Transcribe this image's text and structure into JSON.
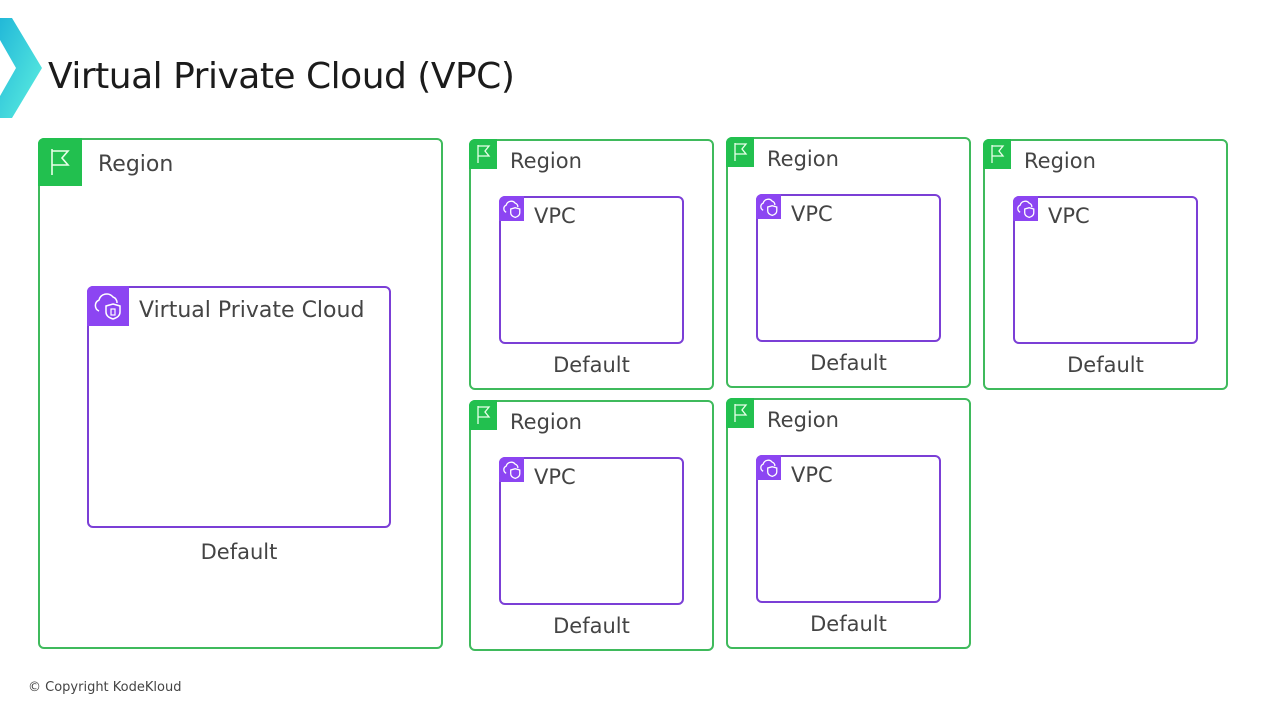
{
  "title": "Virtual Private Cloud (VPC)",
  "footer": "© Copyright KodeKloud",
  "colors": {
    "region_border": "#3fba5c",
    "region_badge": "#22c04f",
    "vpc_border": "#7b3fd6",
    "vpc_badge": "#8c45f2",
    "logo": "#3fd6e0"
  },
  "large_region": {
    "label": "Region",
    "icon": "flag-icon",
    "vpc": {
      "label": "Virtual Private Cloud",
      "icon": "cloud-shield-icon"
    },
    "default_label": "Default"
  },
  "regions": [
    {
      "label": "Region",
      "icon": "flag-icon",
      "vpc": {
        "label": "VPC",
        "icon": "cloud-shield-icon"
      },
      "default_label": "Default"
    },
    {
      "label": "Region",
      "icon": "flag-icon",
      "vpc": {
        "label": "VPC",
        "icon": "cloud-shield-icon"
      },
      "default_label": "Default"
    },
    {
      "label": "Region",
      "icon": "flag-icon",
      "vpc": {
        "label": "VPC",
        "icon": "cloud-shield-icon"
      },
      "default_label": "Default"
    },
    {
      "label": "Region",
      "icon": "flag-icon",
      "vpc": {
        "label": "VPC",
        "icon": "cloud-shield-icon"
      },
      "default_label": "Default"
    },
    {
      "label": "Region",
      "icon": "flag-icon",
      "vpc": {
        "label": "VPC",
        "icon": "cloud-shield-icon"
      },
      "default_label": "Default"
    }
  ]
}
